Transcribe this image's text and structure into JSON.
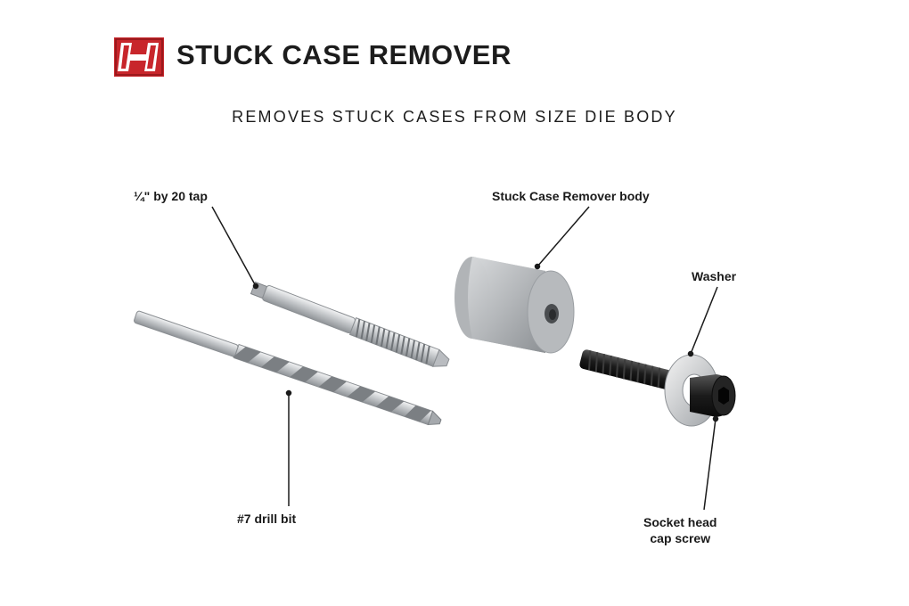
{
  "header": {
    "logo_icon": "hornady-h-logo-icon",
    "title": "STUCK CASE REMOVER",
    "subtitle": "REMOVES STUCK CASES FROM SIZE DIE BODY"
  },
  "callouts": {
    "tap": "¼\" by 20 tap",
    "body": "Stuck Case Remover body",
    "washer": "Washer",
    "drill_bit": "#7 drill bit",
    "screw_line1": "Socket head",
    "screw_line2": "cap screw"
  },
  "colors": {
    "brand_red": "#c8262b",
    "text": "#1a1a1a",
    "metal": "#b9bcc0",
    "screw_black": "#1b1b1b"
  }
}
